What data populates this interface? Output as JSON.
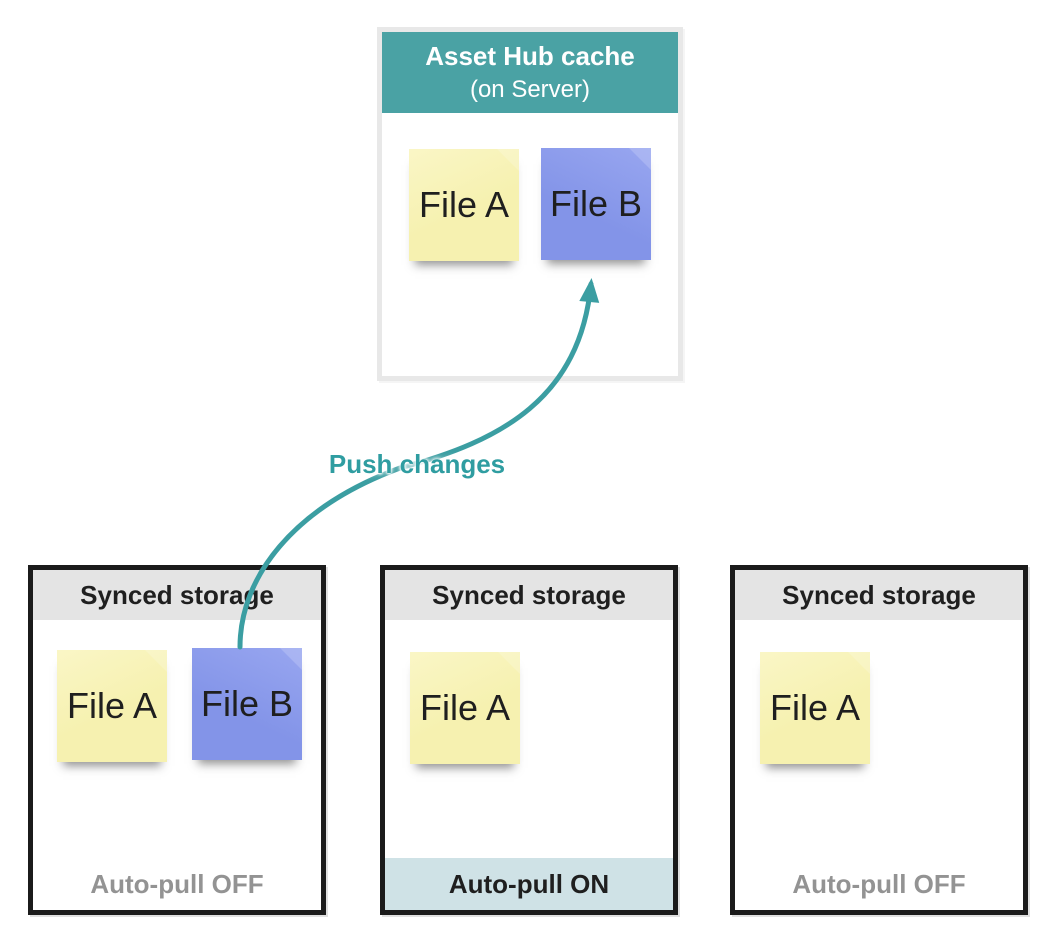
{
  "colors": {
    "teal": "#4AA2A4",
    "arrow": "#3B9EA2",
    "label": "#2F9DA1",
    "yellow": "#F6F1B0",
    "yellow-light": "#FAF6C6",
    "blue": "#8394E8",
    "blue-light": "#98A6F0",
    "gray-header": "#E4E4E4",
    "on-band": "#CFE2E6",
    "off-text": "#939393",
    "dark": "#1B1B1B",
    "cache-border": "#E8E8E8",
    "ink": "#1F1F1F"
  },
  "cache_box": {
    "title": "Asset Hub cache",
    "subtitle": "(on Server)",
    "files": [
      {
        "label": "File A",
        "color": "yellow"
      },
      {
        "label": "File B",
        "color": "blue"
      }
    ]
  },
  "push_arrow": {
    "label": "Push changes"
  },
  "storage_boxes": [
    {
      "title": "Synced storage",
      "files": [
        {
          "label": "File A",
          "color": "yellow"
        },
        {
          "label": "File B",
          "color": "blue"
        }
      ],
      "footer": "Auto-pull OFF",
      "state": "off"
    },
    {
      "title": "Synced storage",
      "files": [
        {
          "label": "File A",
          "color": "yellow"
        }
      ],
      "footer": "Auto-pull ON",
      "state": "on"
    },
    {
      "title": "Synced storage",
      "files": [
        {
          "label": "File A",
          "color": "yellow"
        }
      ],
      "footer": "Auto-pull OFF",
      "state": "off"
    }
  ]
}
